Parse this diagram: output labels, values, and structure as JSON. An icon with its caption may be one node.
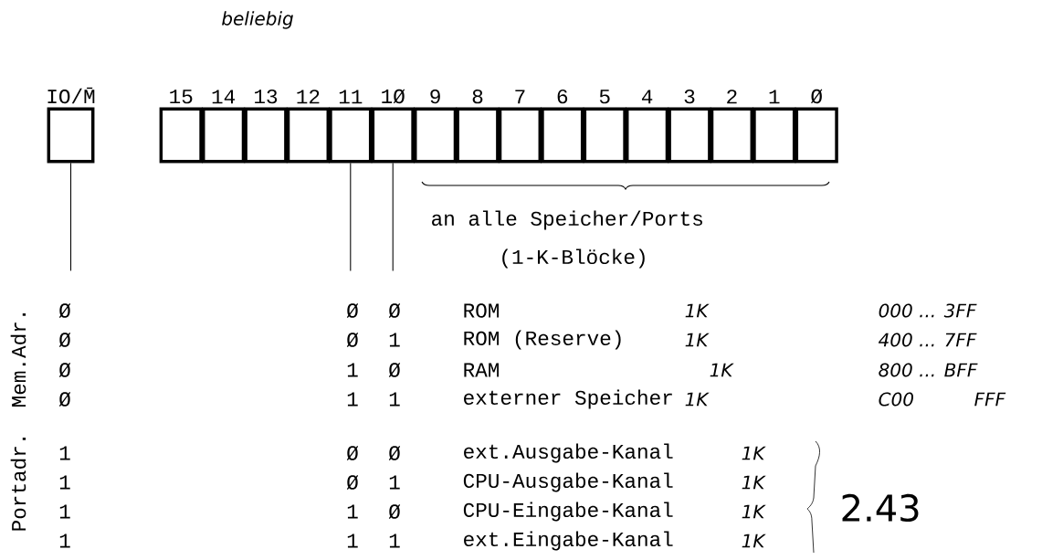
{
  "diagram": {
    "nodes": [
      {
        "text": [
          "IO/M̄"
        ]
      },
      {
        "text": [
          "15"
        ]
      },
      {
        "text": [
          "14"
        ]
      },
      {
        "text": [
          "13"
        ]
      },
      {
        "text": [
          "12"
        ]
      },
      {
        "text": [
          "11"
        ]
      },
      {
        "text": [
          "1Ø"
        ]
      },
      {
        "text": [
          "9"
        ]
      },
      {
        "text": [
          "8"
        ]
      },
      {
        "text": [
          "7"
        ]
      },
      {
        "text": [
          "6"
        ]
      },
      {
        "text": [
          "5"
        ]
      },
      {
        "text": [
          "4"
        ]
      },
      {
        "text": [
          "3"
        ]
      },
      {
        "text": [
          "2"
        ]
      },
      {
        "text": [
          "1"
        ]
      },
      {
        "text": [
          "Ø"
        ]
      }
    ],
    "edges": [
      {
        "from": 0,
        "to": null,
        "arrow": "none"
      },
      {
        "from": 5,
        "to": null,
        "arrow": "none"
      },
      {
        "from": 6,
        "to": null,
        "arrow": "none"
      }
    ],
    "labels": [
      "beliebig",
      "an alle Speicher/Ports",
      "(1-K-Blöcke)",
      "Mem.Adr.",
      "Portadr.",
      "Ø",
      "Ø",
      "Ø",
      "ROM",
      "1K",
      "000 ... 3FF",
      "Ø",
      "Ø",
      "1",
      "ROM (Reserve)",
      "1K",
      "400 ... 7FF",
      "Ø",
      "1",
      "Ø",
      "RAM",
      "1K",
      "800 ... BFF",
      "Ø",
      "1",
      "1",
      "externer Speicher",
      "1K",
      "C00",
      "FFF",
      "1",
      "Ø",
      "Ø",
      "ext.Ausgabe-Kanal",
      "1K",
      "1",
      "Ø",
      "1",
      "CPU-Ausgabe-Kanal",
      "1K",
      "1",
      "1",
      "Ø",
      "CPU-Eingabe-Kanal",
      "1K",
      "1",
      "1",
      "1",
      "ext.Eingabe-Kanal",
      "1K",
      "2.43"
    ]
  }
}
